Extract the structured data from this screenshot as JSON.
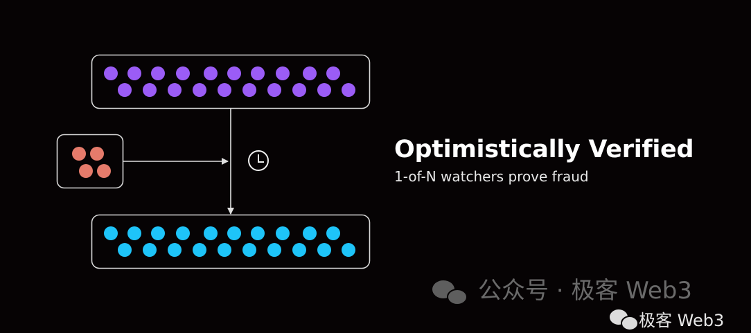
{
  "title": "Optimistically Verified",
  "subtitle": "1-of-N watchers prove fraud",
  "watermark": {
    "background_text": "公众号 · 极客 Web3",
    "foreground_text": "极客 Web3"
  },
  "colors": {
    "background": "#060304",
    "source_nodes": "#9b5cf6",
    "watchers": "#e57b6b",
    "destination_nodes": "#1ec4f9",
    "lines": "#e0e0e0"
  },
  "diagram": {
    "source_group": {
      "node_count": 20
    },
    "watcher_group": {
      "node_count": 4
    },
    "destination_group": {
      "node_count": 20
    },
    "delay_icon": "clock-icon"
  }
}
